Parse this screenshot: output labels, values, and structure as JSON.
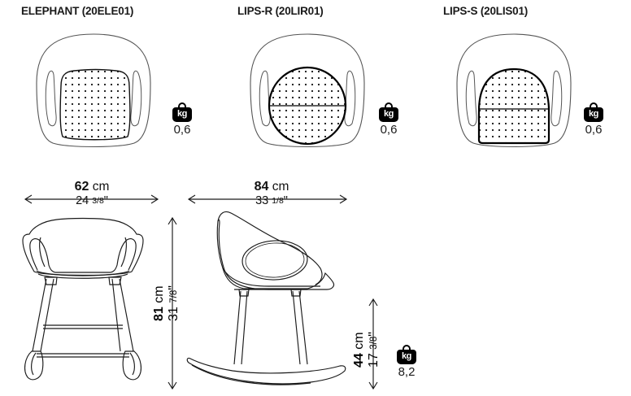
{
  "sheet": {
    "variants": [
      {
        "id": "elephant",
        "title": "ELEPHANT (20ELE01)",
        "cushion_shape": "rounded-square",
        "weight": {
          "icon": "kg-bag-icon",
          "unit": "kg",
          "value": "0,6"
        }
      },
      {
        "id": "lips-r",
        "title": "LIPS-R (20LIR01)",
        "cushion_shape": "circle",
        "weight": {
          "icon": "kg-bag-icon",
          "unit": "kg",
          "value": "0,6"
        }
      },
      {
        "id": "lips-s",
        "title": "LIPS-S (20LIS01)",
        "cushion_shape": "dome",
        "weight": {
          "icon": "kg-bag-icon",
          "unit": "kg",
          "value": "0,6"
        }
      }
    ],
    "dimensions": {
      "front_width": {
        "metric_value": "62",
        "metric_unit": "cm",
        "imperial_whole": "24",
        "imperial_num": "3",
        "imperial_den": "8",
        "imperial_mark": "\""
      },
      "side_width": {
        "metric_value": "84",
        "metric_unit": "cm",
        "imperial_whole": "33",
        "imperial_num": "1",
        "imperial_den": "8",
        "imperial_mark": "\""
      },
      "total_height": {
        "metric_value": "81",
        "metric_unit": "cm",
        "imperial_whole": "31",
        "imperial_num": "7",
        "imperial_den": "8",
        "imperial_mark": "\""
      },
      "seat_height": {
        "metric_value": "44",
        "metric_unit": "cm",
        "imperial_whole": "17",
        "imperial_num": "3",
        "imperial_den": "8",
        "imperial_mark": "\""
      }
    },
    "chair_weight": {
      "icon": "kg-bag-icon",
      "unit": "kg",
      "value": "8,2"
    },
    "colors": {
      "line": "#1a1a1a",
      "outline_light": "#555555",
      "badge_fill": "#000000",
      "badge_text": "#ffffff",
      "background": "#ffffff"
    }
  }
}
